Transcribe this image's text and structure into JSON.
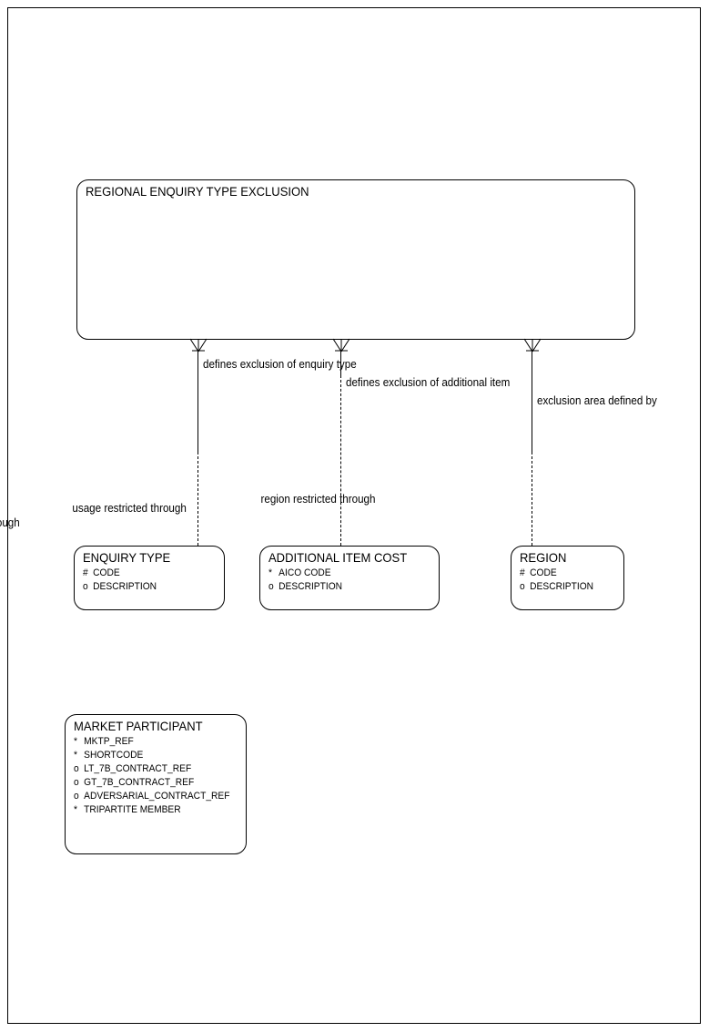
{
  "diagram": {
    "type": "entity-relationship-diagram",
    "title_entity": "REGIONAL ENQUIRY TYPE EXCLUSION",
    "entities": [
      {
        "id": "regional-enquiry-type-exclusion",
        "name": "REGIONAL ENQUIRY TYPE EXCLUSION",
        "attributes": []
      },
      {
        "id": "enquiry-type",
        "name": "ENQUIRY TYPE",
        "attributes": [
          {
            "marker": "#",
            "label": "CODE"
          },
          {
            "marker": "o",
            "label": "DESCRIPTION"
          }
        ]
      },
      {
        "id": "additional-item-cost",
        "name": "ADDITIONAL ITEM COST",
        "attributes": [
          {
            "marker": "*",
            "label": "AICO CODE"
          },
          {
            "marker": "o",
            "label": "DESCRIPTION"
          }
        ]
      },
      {
        "id": "region",
        "name": "REGION",
        "attributes": [
          {
            "marker": "#",
            "label": "CODE"
          },
          {
            "marker": "o",
            "label": "DESCRIPTION"
          }
        ]
      },
      {
        "id": "market-participant",
        "name": "MARKET PARTICIPANT",
        "attributes": [
          {
            "marker": "*",
            "label": "MKTP_REF"
          },
          {
            "marker": "*",
            "label": "SHORTCODE"
          },
          {
            "marker": "o",
            "label": "LT_7B_CONTRACT_REF"
          },
          {
            "marker": "o",
            "label": "GT_7B_CONTRACT_REF"
          },
          {
            "marker": "o",
            "label": "ADVERSARIAL_CONTRACT_REF"
          },
          {
            "marker": "*",
            "label": "TRIPARTITE MEMBER"
          }
        ]
      }
    ],
    "relationships": [
      {
        "id": "rel-enquiry-type",
        "from_label": "defines exclusion of enquiry type",
        "to_label": "enquiry restricted through",
        "target": "ENQUIRY TYPE"
      },
      {
        "id": "rel-additional-item",
        "from_label": "defines exclusion of additional item",
        "to_label": "usage restricted through",
        "target": "ADDITIONAL ITEM COST"
      },
      {
        "id": "rel-region",
        "from_label": "exclusion area defined by",
        "to_label": "region restricted through",
        "target": "REGION"
      }
    ],
    "colors": {
      "stroke": "#000000",
      "background": "#ffffff"
    }
  }
}
